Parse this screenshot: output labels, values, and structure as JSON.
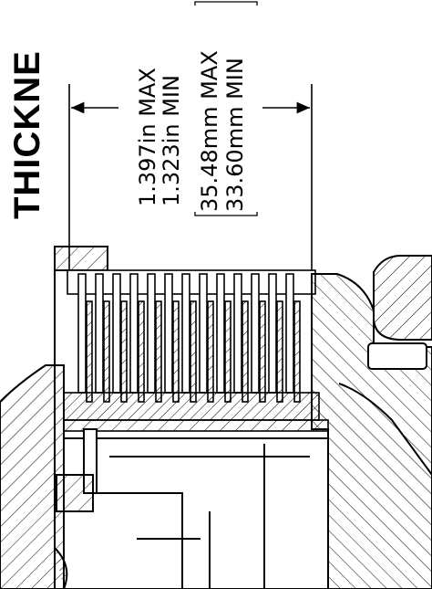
{
  "title": "THICKNE",
  "dimension": {
    "in_max": "1.397in MAX",
    "in_min": "1.323in MIN",
    "mm_max": "35.48mm MAX",
    "mm_min": "33.60mm MIN"
  },
  "colors": {
    "line": "#000000",
    "background": "#ffffff"
  }
}
